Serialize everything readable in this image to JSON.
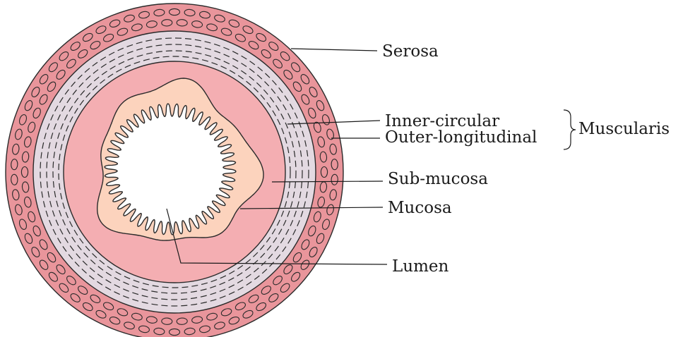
{
  "labels": {
    "serosa": "Serosa",
    "inner_circular": "Inner-circular",
    "outer_longitudinal": "Outer-longitudinal",
    "muscularis": "Muscularis",
    "sub_mucosa": "Sub-mucosa",
    "mucosa": "Mucosa",
    "lumen": "Lumen"
  },
  "colors": {
    "serosa_fill": "#e9959b",
    "muscularis_fill": "#e3d9e1",
    "submucosa_fill": "#f4aeb2",
    "mucosa_fill": "#fcd3bd",
    "lumen_fill": "#ffffff",
    "outline": "#2a2a2a"
  }
}
